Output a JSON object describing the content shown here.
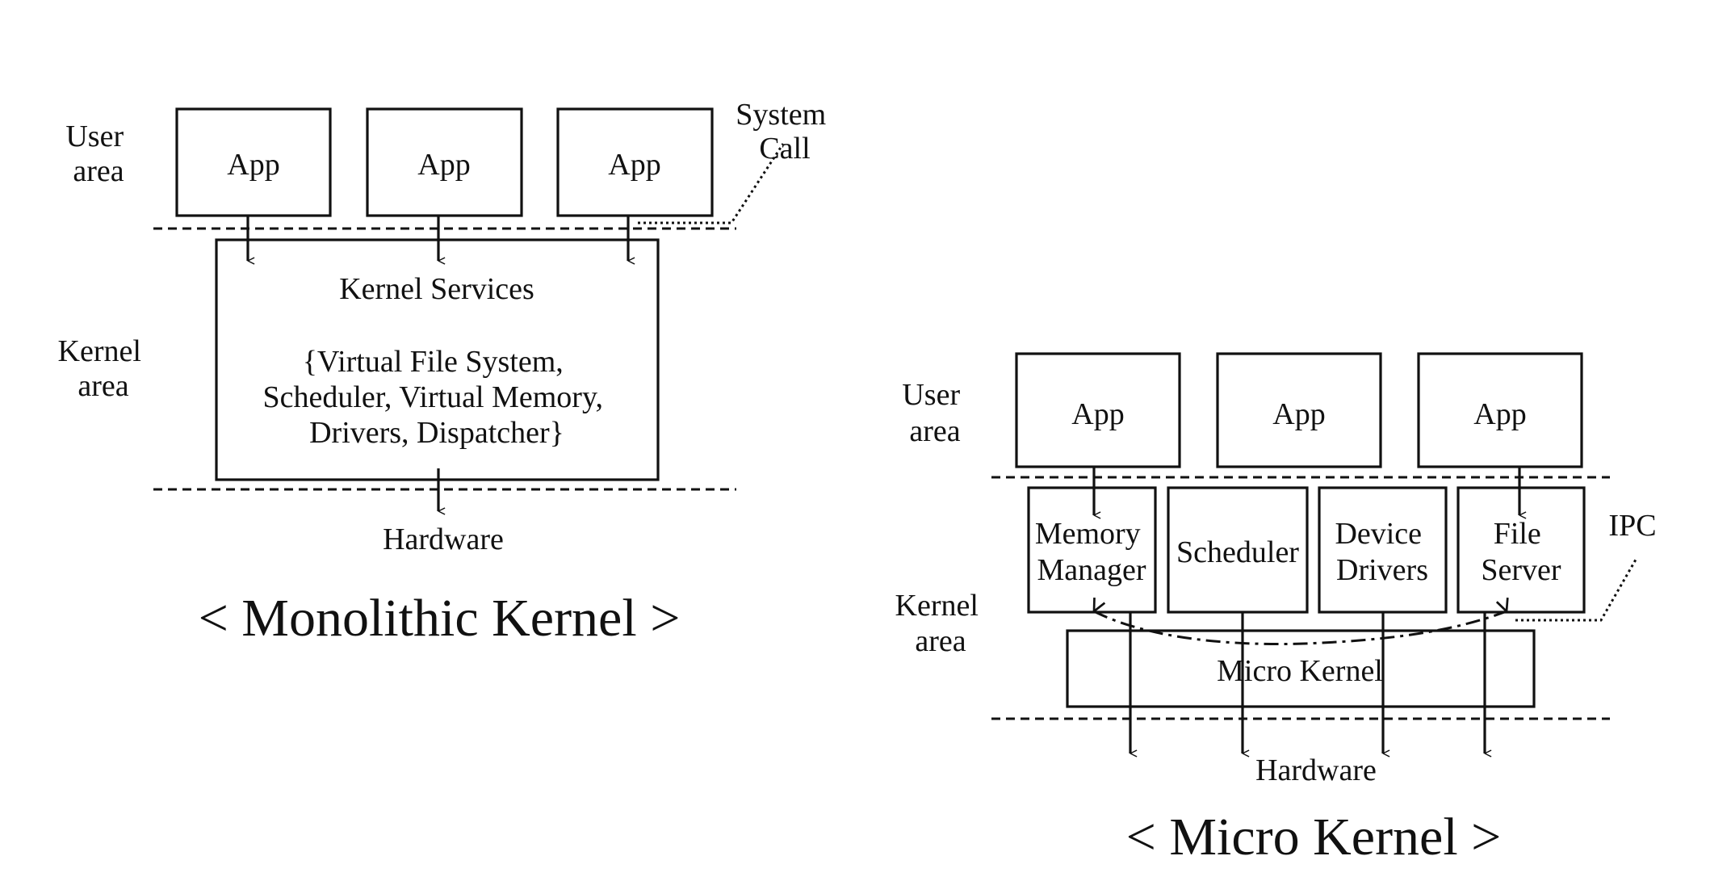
{
  "monolithic": {
    "user_area": [
      "User",
      "area"
    ],
    "kernel_area": [
      "Kernel",
      "area"
    ],
    "apps": [
      "App",
      "App",
      "App"
    ],
    "system_call": [
      "System",
      "Call"
    ],
    "kernel_services_title": "Kernel Services",
    "kernel_services_list": [
      "{Virtual File System,",
      "Scheduler, Virtual Memory,",
      "Drivers, Dispatcher}"
    ],
    "hardware": "Hardware",
    "caption": "< Monolithic Kernel >"
  },
  "micro": {
    "user_area": [
      "User",
      "area"
    ],
    "kernel_area": [
      "Kernel",
      "area"
    ],
    "apps": [
      "App",
      "App",
      "App"
    ],
    "memory_manager": [
      "Memory",
      "Manager"
    ],
    "scheduler": "Scheduler",
    "device_drivers": [
      "Device",
      "Drivers"
    ],
    "file_server": [
      "File",
      "Server"
    ],
    "ipc": "IPC",
    "micro_kernel": "Micro Kernel",
    "hardware": "Hardware",
    "caption": "< Micro Kernel >"
  }
}
